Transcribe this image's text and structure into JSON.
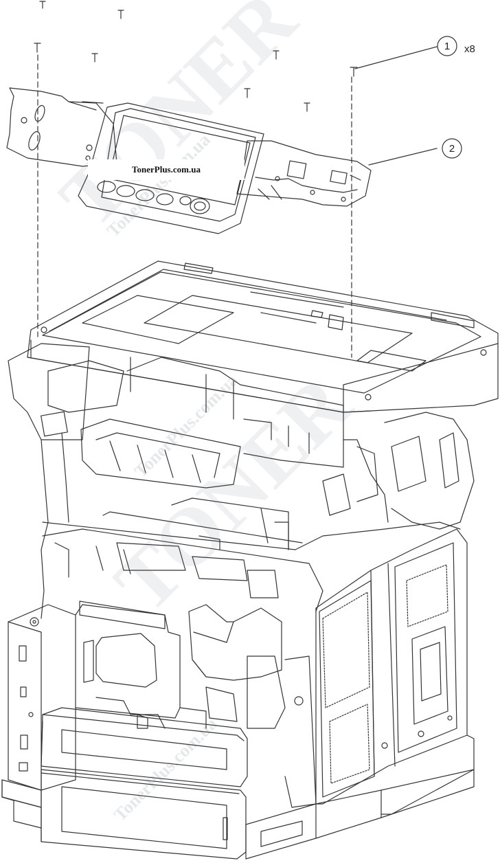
{
  "callouts": [
    {
      "number": "1",
      "quantity": "x8"
    },
    {
      "number": "2",
      "quantity": ""
    }
  ],
  "label": "TonerPlus.com.ua",
  "watermark": {
    "large": "TONER",
    "small": "TonerPlus.com.ua"
  },
  "colors": {
    "line": "#333333",
    "background": "#ffffff"
  }
}
